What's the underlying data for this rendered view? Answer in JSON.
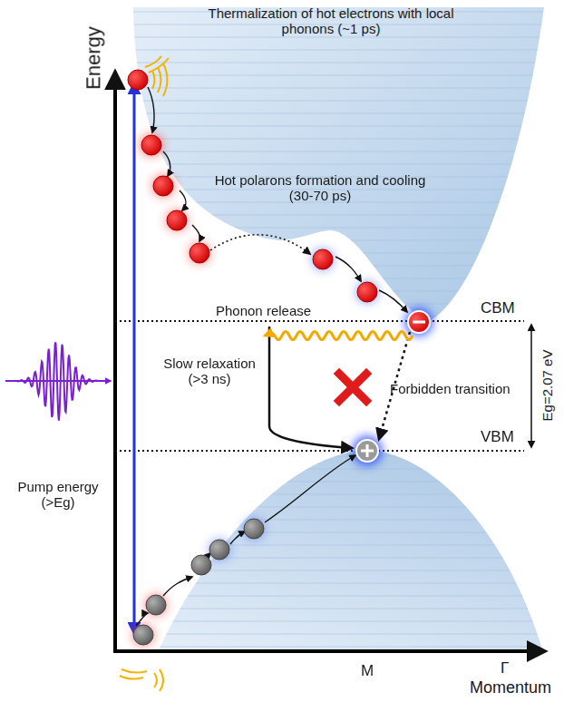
{
  "diagram": {
    "labels": [
      "Thermalization of hot electrons with local phonons (~1 ps)",
      "Hot polarons formation and cooling (30-70 ps)",
      "Phonon release",
      "CBM",
      "Slow relaxation (>3 ns)",
      "Forbidden transition",
      "Eg=2.07 eV",
      "VBM",
      "Pump energy (>Eg)",
      "Energy",
      "M",
      "Γ",
      "Momentum"
    ]
  }
}
